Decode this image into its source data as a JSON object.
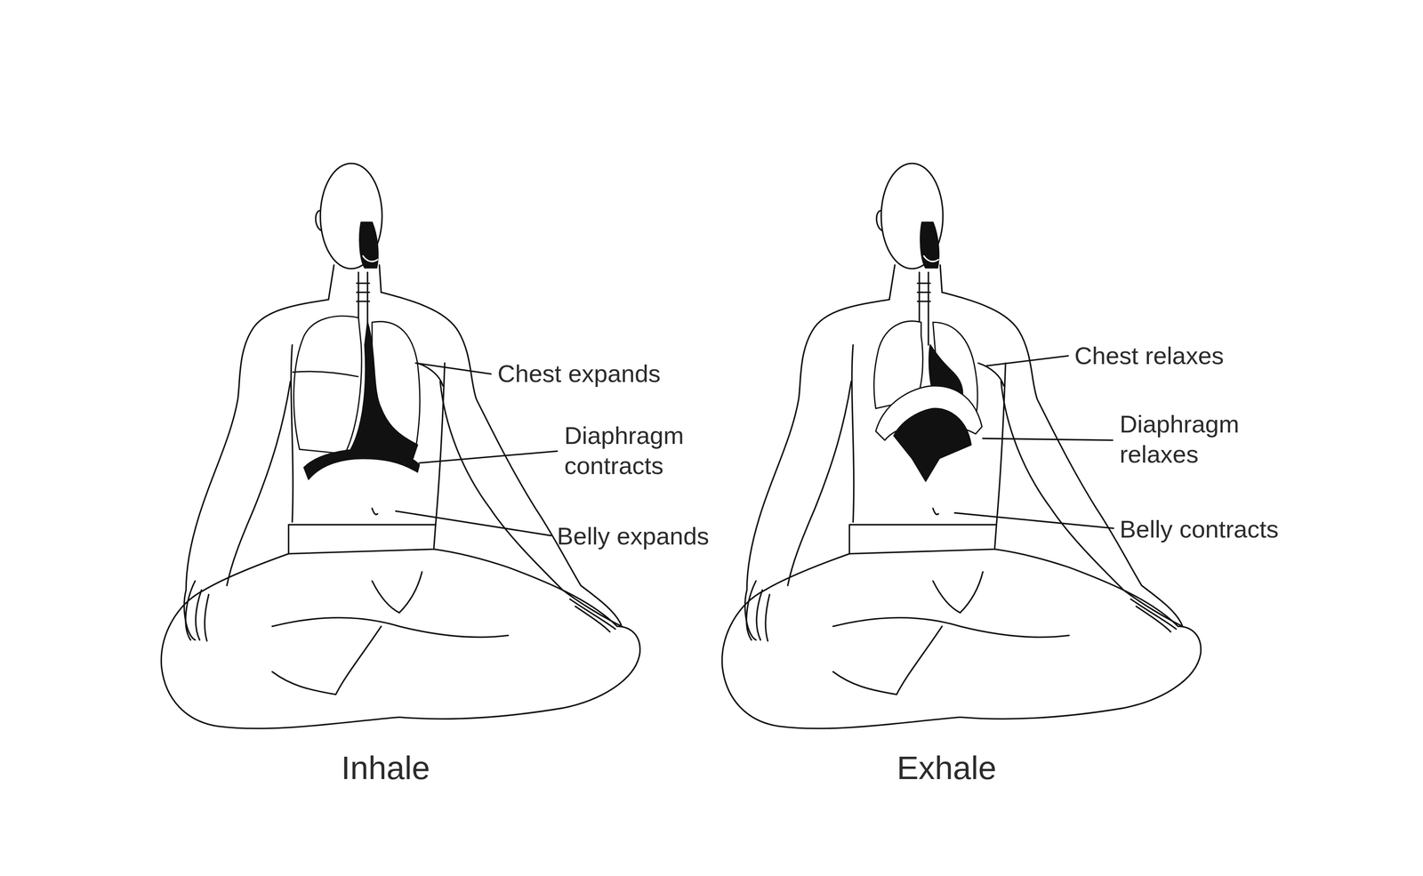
{
  "diagram": {
    "labels": [
      "Chest expands",
      "Diaphragm contracts",
      "Belly expands",
      "Inhale",
      "Chest relaxes",
      "Diaphragm relaxes",
      "Belly contracts",
      "Exhale"
    ]
  }
}
